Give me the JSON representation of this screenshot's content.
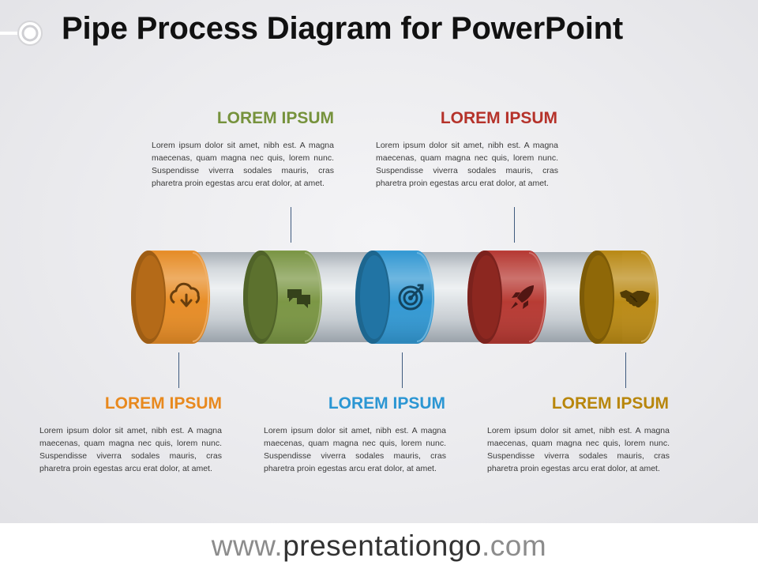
{
  "title": "Pipe Process Diagram for PowerPoint",
  "steps": [
    {
      "heading": "LOREM IPSUM",
      "color": "#e8891e",
      "icon": "cloud-download-icon",
      "body": "Lorem ipsum dolor sit amet, nibh est. A magna maecenas, quam magna nec quis, lorem nunc. Suspendisse viverra sodales mauris, cras pharetra proin egestas arcu erat dolor, at amet."
    },
    {
      "heading": "LOREM IPSUM",
      "color": "#76923c",
      "icon": "chat-bubbles-icon",
      "body": "Lorem ipsum dolor sit amet, nibh est. A magna maecenas, quam magna nec quis, lorem nunc. Suspendisse viverra sodales mauris, cras pharetra proin egestas arcu erat dolor, at amet."
    },
    {
      "heading": "LOREM IPSUM",
      "color": "#2b96d3",
      "icon": "target-icon",
      "body": "Lorem ipsum dolor sit amet, nibh est. A magna maecenas, quam magna nec quis, lorem nunc. Suspendisse viverra sodales mauris, cras pharetra proin egestas arcu erat dolor, at amet."
    },
    {
      "heading": "LOREM IPSUM",
      "color": "#b5322a",
      "icon": "rocket-icon",
      "body": "Lorem ipsum dolor sit amet, nibh est. A magna maecenas, quam magna nec quis, lorem nunc. Suspendisse viverra sodales mauris, cras pharetra proin egestas arcu erat dolor, at amet."
    },
    {
      "heading": "LOREM IPSUM",
      "color": "#b8860b",
      "icon": "handshake-icon",
      "body": "Lorem ipsum dolor sit amet, nibh est. A magna maecenas, quam magna nec quis, lorem nunc. Suspendisse viverra sodales mauris, cras pharetra proin egestas arcu erat dolor, at amet."
    }
  ],
  "footer": {
    "prefix": "www.",
    "domain": "presentationgo",
    "suffix": ".com"
  }
}
